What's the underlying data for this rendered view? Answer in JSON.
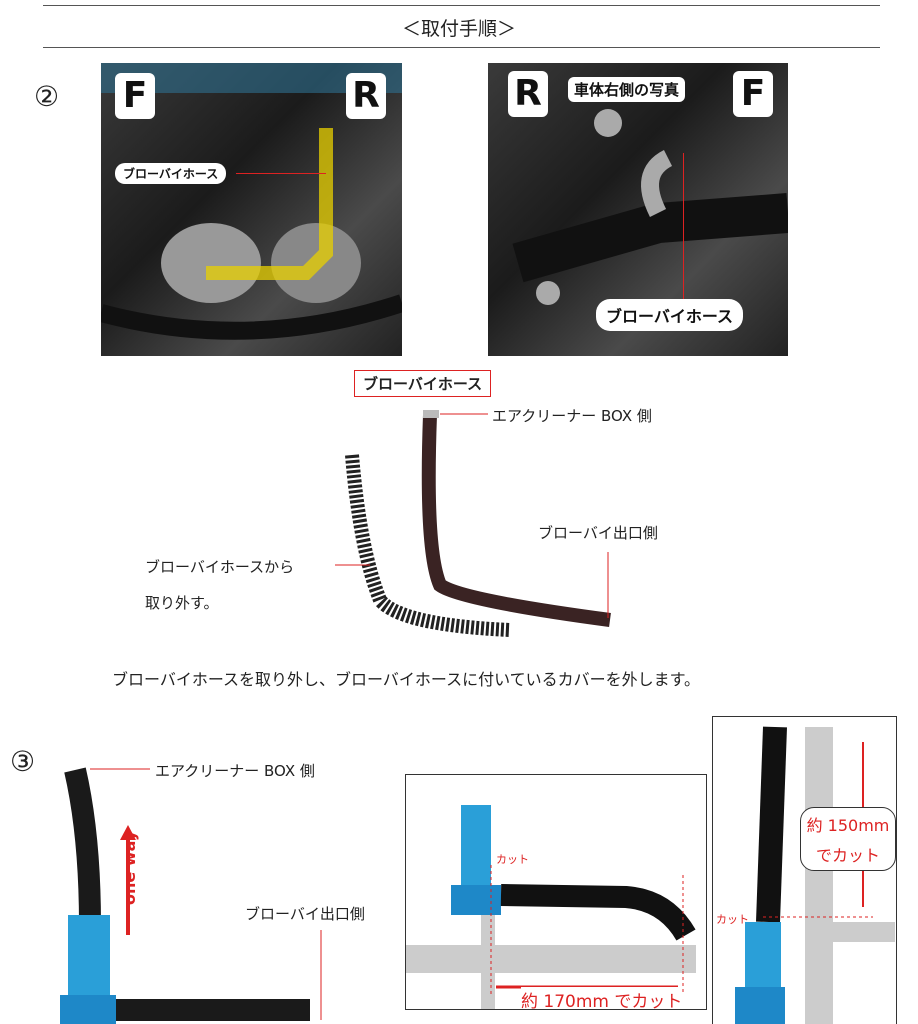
{
  "header": {
    "title": "＜取付手順＞"
  },
  "step2": {
    "number": "②",
    "photo1": {
      "front": "F",
      "rear": "R",
      "hose_label": "ブローバイホース"
    },
    "photo2": {
      "rear": "R",
      "front": "F",
      "caption": "車体右側の写真",
      "hose_label": "ブローバイホース"
    },
    "boxed_label": "ブローバイホース",
    "air_cleaner_side": "エアクリーナー BOX 側",
    "outlet_side": "ブローバイ出口側",
    "remove_note_1": "ブローバイホースから",
    "remove_note_2": "取り外す。",
    "instruction": "ブローバイホースを取り外し、ブローバイホースに付いているカバーを外します。"
  },
  "step3": {
    "number": "③",
    "air_cleaner_side": "エアクリーナー BOX 側",
    "outlet_side": "ブローバイ出口側",
    "arrow_label": "one way",
    "cut_label": "カット",
    "cut_170": "約 170mm でカット",
    "cut_150_line1": "約 150mm",
    "cut_150_line2": "でカット",
    "cut_label_2": "カット"
  },
  "colors": {
    "accent_red": "#dd2222",
    "part_blue": "#2a9fd8"
  }
}
